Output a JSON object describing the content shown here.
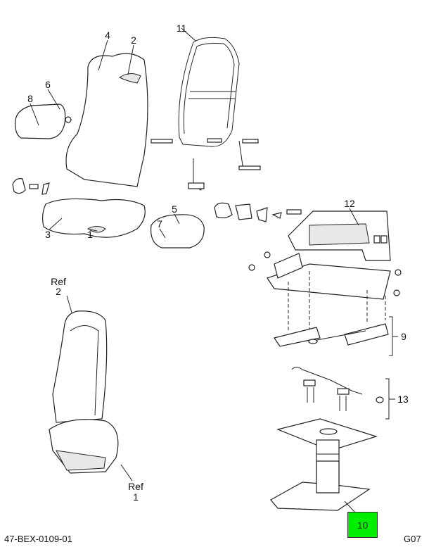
{
  "diagram": {
    "callouts": {
      "c1": "1",
      "c2": "2",
      "c3": "3",
      "c4": "4",
      "c5": "5",
      "c6": "6",
      "c7": "7",
      "c8": "8",
      "c9": "9",
      "c11": "11",
      "c12": "12",
      "c13": "13",
      "ref2_ref": "Ref",
      "ref2_num": "2",
      "ref1_ref": "Ref",
      "ref1_num": "1"
    },
    "hotspot": {
      "label": "10",
      "color": "#00ee00"
    },
    "footer": {
      "drawing_id": "47-BEX-0109-01",
      "sheet_code": "G07"
    }
  }
}
